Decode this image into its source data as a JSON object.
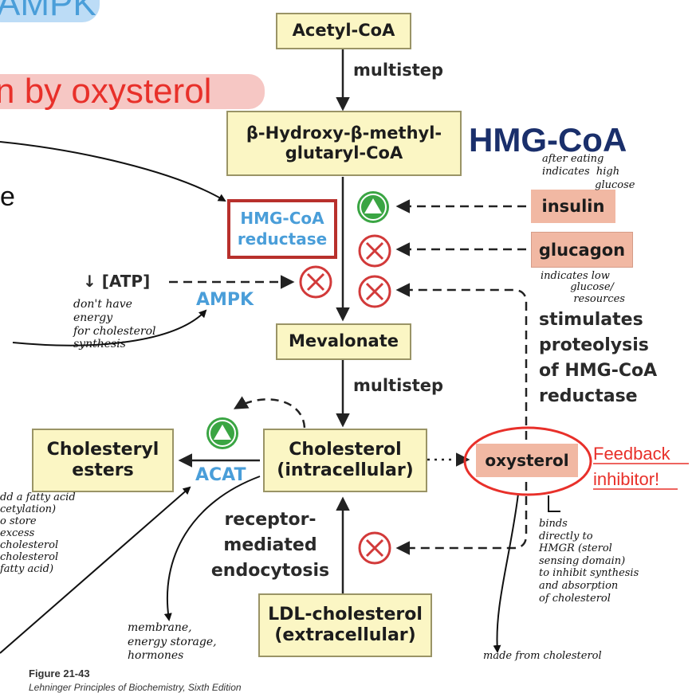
{
  "slide": {
    "top_banner": "AMPK",
    "subtitle": "n by oxysterol",
    "left_partial_letter": "e",
    "hmg_coa_heading": "HMG-CoA"
  },
  "diagram": {
    "acetyl_coa": "Acetyl-CoA",
    "multistep_top": "multistep",
    "hmg_line1": "β-Hydroxy-β-methyl-",
    "hmg_line2": "glutaryl-CoA",
    "reductase_line1": "HMG-CoA",
    "reductase_line2": "reductase",
    "insulin": "insulin",
    "glucagon": "glucagon",
    "atp": "↓ [ATP]",
    "ampk": "AMPK",
    "mevalonate": "Mevalonate",
    "multistep_bottom": "multistep",
    "stimulates_line1": "stimulates",
    "stimulates_line2": "proteolysis",
    "stimulates_line3": "of HMG-CoA",
    "stimulates_line4": "reductase",
    "cholesteryl_line1": "Cholesteryl",
    "cholesteryl_line2": "esters",
    "acat": "ACAT",
    "cholesterol_line1": "Cholesterol",
    "cholesterol_line2": "(intracellular)",
    "oxysterol": "oxysterol",
    "feedback_line1": "Feedback",
    "feedback_line2": "inhibitor!",
    "receptor_line1": "receptor-",
    "receptor_line2": "mediated",
    "receptor_line3": "endocytosis",
    "ldl_line1": "LDL-cholesterol",
    "ldl_line2": "(extracellular)",
    "figure_label": "Figure 21-43",
    "figure_source": "Lehninger Principles of Biochemistry, Sixth Edition"
  },
  "annotations": {
    "after_eating": "after eating\nindicates  high\n                glucose",
    "low_glucose": "indicates low\n         glucose/\n          resources",
    "no_energy": "don't have\nenergy\nfor cholesterol\nsynthesis",
    "add_fatty_acid": "dd a fatty acid\ncetylation)\no store\nexcess\ncholesterol\ncholesterol\nfatty acid)",
    "membrane": "membrane,\nenergy storage,\nhormones",
    "binds_directly": "binds\ndirectly to\nHMGR (sterol\nsensing domain)\nto inhibit synthesis\nand absorption\nof cholesterol",
    "made_from": "made from cholesterol"
  },
  "colors": {
    "box_fill": "#fbf6c4",
    "pink_fill": "#f1b8a3",
    "accent_blue": "#4a9ed9",
    "title_navy": "#1a2f6b",
    "alert_red": "#e8302a",
    "activator_green": "#3aa543",
    "inhibitor_red": "#d23a3a"
  }
}
